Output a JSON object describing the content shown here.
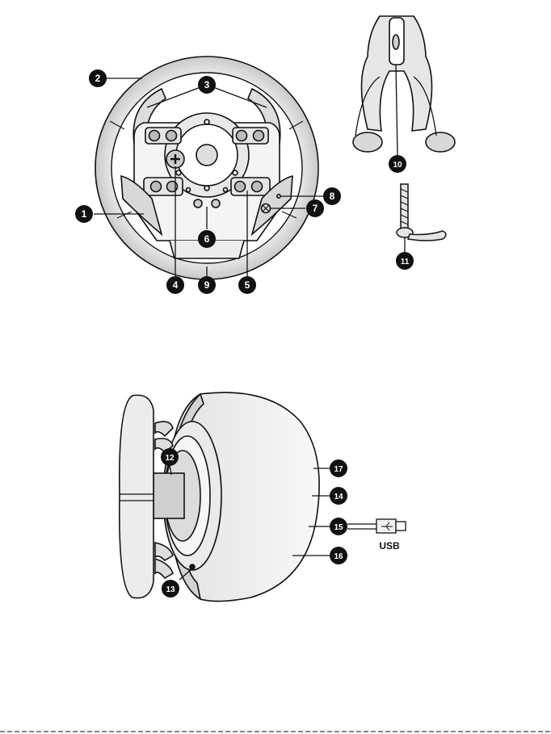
{
  "callouts": [
    "1",
    "2",
    "3",
    "4",
    "5",
    "6",
    "7",
    "8",
    "9",
    "10",
    "11",
    "12",
    "13",
    "14",
    "15",
    "16",
    "17"
  ],
  "usb_label": "USB",
  "colors": {
    "ink": "#111111",
    "fill_light": "#ebebeb",
    "fill_mid": "#cfcfcf",
    "paper": "#ffffff"
  }
}
